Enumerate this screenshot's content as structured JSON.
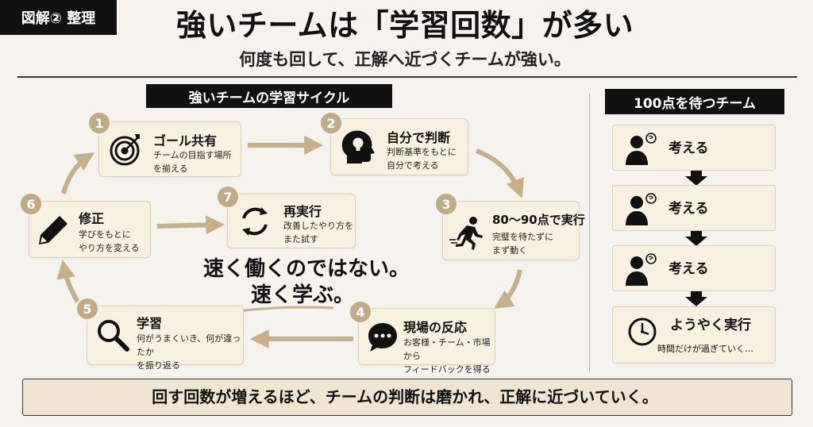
{
  "tag": "図解② 整理",
  "title": "強いチームは「学習回数」が多い",
  "subtitle": "何度も回して、正解へ近づくチームが強い。",
  "cycle": {
    "heading": "強いチームの学習サイクル",
    "steps": [
      {
        "num": "1",
        "title": "ゴール共有",
        "desc": "チームの目指す場所\nを揃える",
        "icon": "target-icon"
      },
      {
        "num": "2",
        "title": "自分で判断",
        "desc": "判断基準をもとに\n自分で考える",
        "icon": "head-bulb-icon"
      },
      {
        "num": "3",
        "title": "80〜90点で実行",
        "desc": "完璧を待たずに\nまず動く",
        "icon": "running-person-icon"
      },
      {
        "num": "4",
        "title": "現場の反応",
        "desc": "お客様・チーム・市場から\nフィードバックを得る",
        "icon": "speech-bubble-icon"
      },
      {
        "num": "5",
        "title": "学習",
        "desc": "何がうまくいき、何が違ったか\nを振り返る",
        "icon": "magnifier-icon"
      },
      {
        "num": "6",
        "title": "修正",
        "desc": "学びをもとに\nやり方を変える",
        "icon": "pencil-icon"
      },
      {
        "num": "7",
        "title": "再実行",
        "desc": "改善したやり方を\nまた試す",
        "icon": "refresh-icon"
      }
    ],
    "slogan_line1": "速く働くのではない。",
    "slogan_line2": "速く学ぶ。"
  },
  "side": {
    "heading": "100点を待つチーム",
    "steps": [
      {
        "label": "考える",
        "icon": "thinking-person-icon"
      },
      {
        "label": "考える",
        "icon": "thinking-person-icon"
      },
      {
        "label": "考える",
        "icon": "thinking-person-icon"
      }
    ],
    "final_label": "ようやく実行",
    "final_desc": "時間だけが過ぎていく…",
    "final_icon": "clock-icon"
  },
  "bottom": {
    "text": "回す回数が増えるほど、チームの判断は磨かれ、正解に近づいていく。"
  },
  "colors": {
    "background": "#f6f3ee",
    "card": "#f8f1e2",
    "accent": "#c1ab86",
    "dark": "#111111"
  }
}
